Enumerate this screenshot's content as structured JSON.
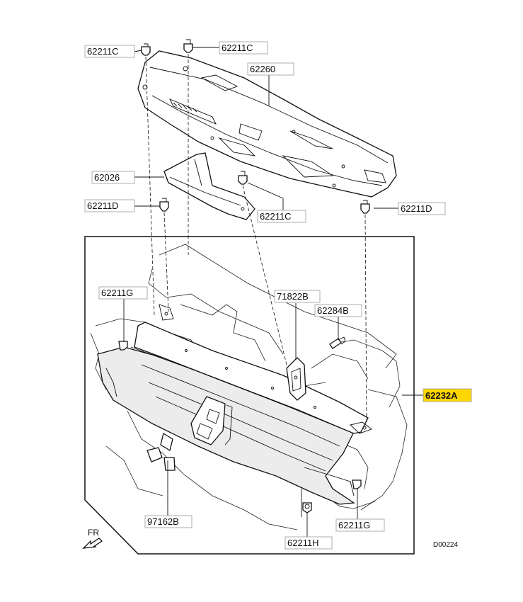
{
  "labels": {
    "top_left_clip": "62211C",
    "top_center_clip": "62211C",
    "upper_cover": "62260",
    "bracket": "62026",
    "left_clip_d": "62211D",
    "center_clip_c": "62211C",
    "right_clip_d": "62211D",
    "left_clip_g": "62211G",
    "bracket_b": "71822B",
    "bolt_b": "62284B",
    "grille_assembly": "62232A",
    "emblem": "97162B",
    "bottom_clip_g": "62211G",
    "bottom_clip_h": "62211H"
  },
  "direction_label": "FR",
  "drawing_code": "D00224",
  "colors": {
    "highlight": "#FFD700",
    "line": "#111111",
    "label_box_border": "#999999"
  }
}
